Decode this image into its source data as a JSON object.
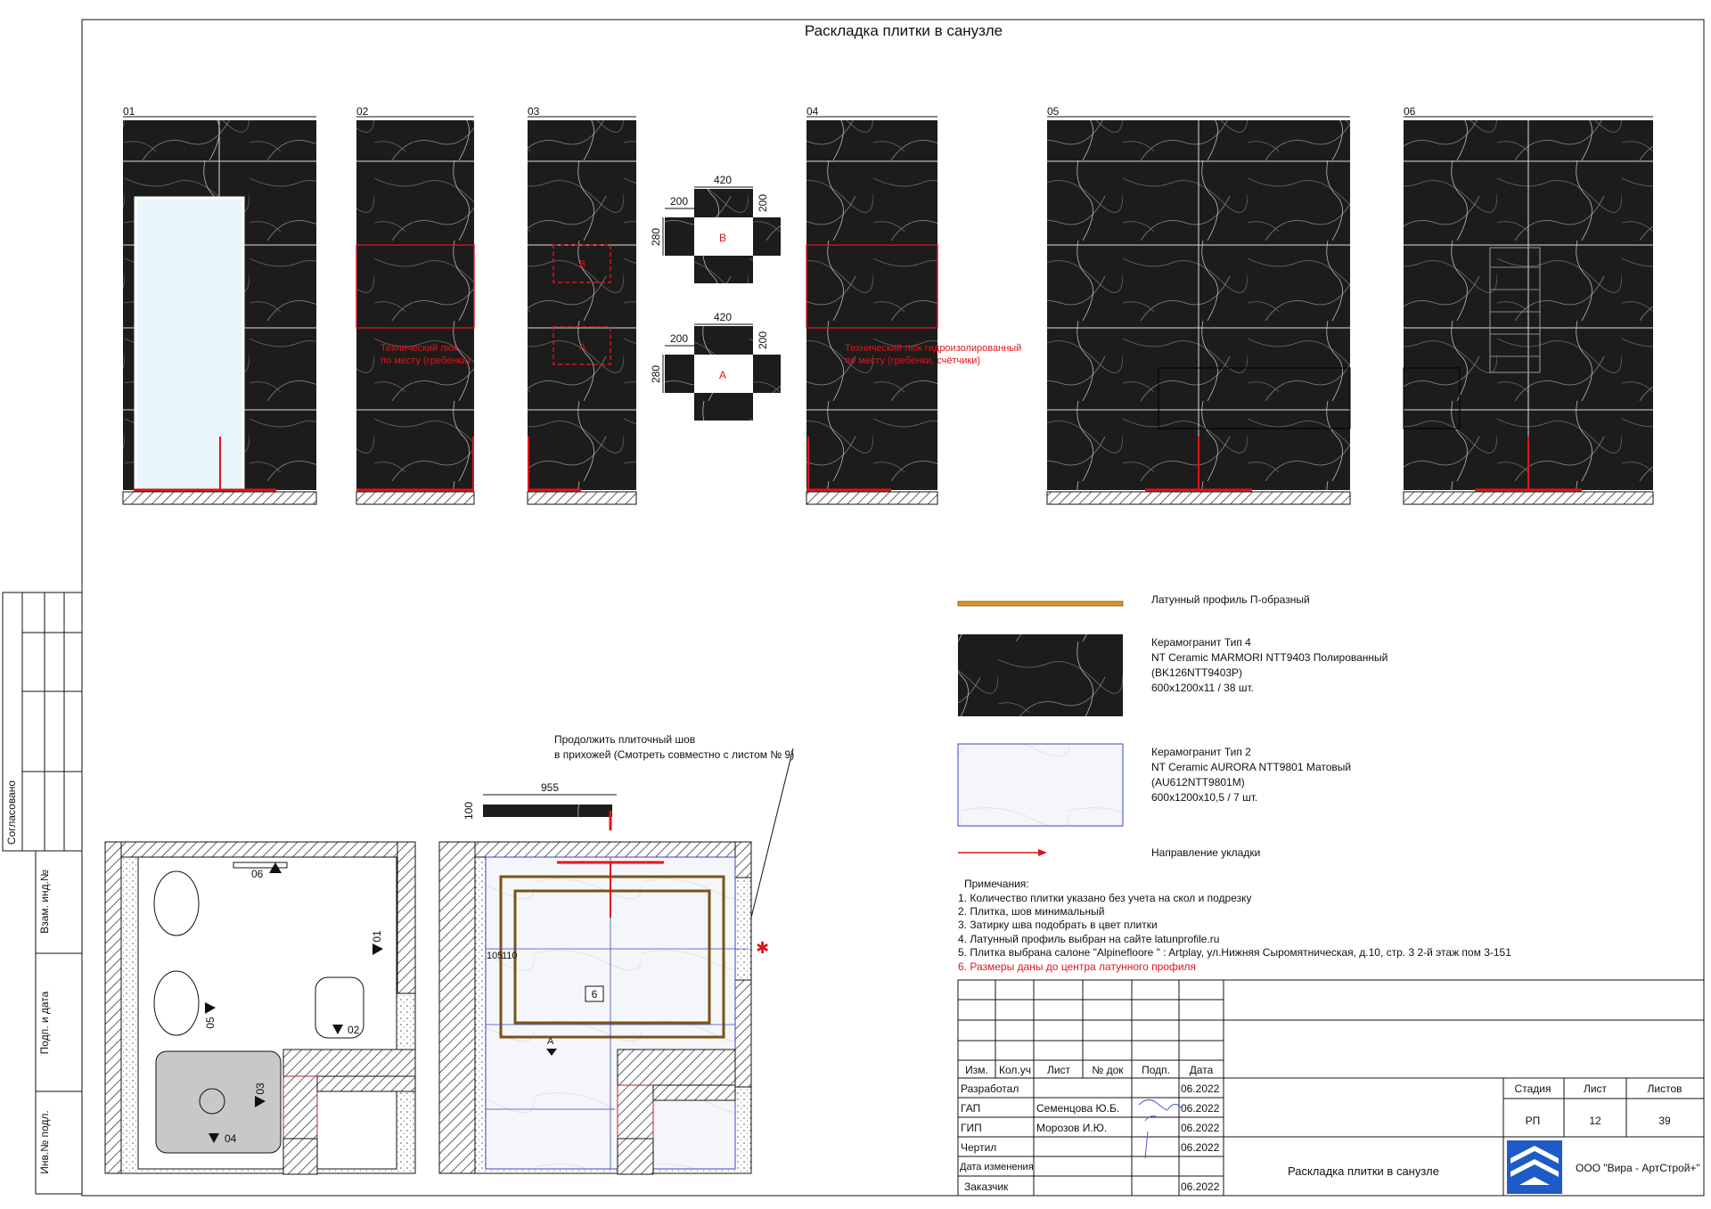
{
  "sheet_title": "Раскладка плитки в санузле",
  "walls": [
    {
      "id": "01"
    },
    {
      "id": "02"
    },
    {
      "id": "03"
    },
    {
      "id": "04"
    },
    {
      "id": "05"
    },
    {
      "id": "06"
    }
  ],
  "wall_notes": {
    "w02_line1": "Технический люк",
    "w02_line2": "по месту (гребенки)",
    "w04_line1": "Технический люк гидроизолированный",
    "w04_line2": "по месту (гребенки, счётчики)"
  },
  "hatch_details": [
    {
      "letter": "B",
      "width": "420",
      "side": "200",
      "height": "280",
      "depth": "200"
    },
    {
      "letter": "A",
      "width": "420",
      "side": "200",
      "height": "280",
      "depth": "200"
    }
  ],
  "legend": [
    {
      "label": "Латунный профиль П-образный",
      "color": "#d9952e"
    },
    {
      "lines": [
        "Керамогранит Тип 4",
        "NT Ceramic MARMORI NTT9403 Полированный",
        "(BK126NTT9403P)",
        "600х1200х11 / 38 шт."
      ]
    },
    {
      "lines": [
        "Керамогранит Тип 2",
        "NT Ceramic AURORA NTT9801 Матовый",
        "(AU612NTT9801M)",
        "600х1200х10,5 / 7 шт."
      ]
    },
    {
      "label": "Направление укладки",
      "color": "#e0141b"
    }
  ],
  "notes": {
    "title": "Примечания:",
    "items": [
      "1. Количество плитки указано без учета на скол и подрезку",
      "2. Плитка, шов минимальный",
      "3. Затирку шва подобрать в цвет плитки",
      "4. Латунный профиль выбран на сайте latunprofile.ru",
      "5. Плитка выбрана салоне \"Alpinefloore \" : Artplay, ул.Нижняя Сыромятническая, д.10, стр. 3 2-й этаж пом 3-151"
    ],
    "red_item": "6. Размеры даны до центра латунного профиля"
  },
  "plan": {
    "view_labels": [
      "06",
      "01",
      "05",
      "02",
      "03",
      "04"
    ],
    "callout_line1": "Продолжить плиточный шов",
    "callout_line2": "в прихожей (Смотреть совместно с листом № 9)",
    "dim_width": "955",
    "dim_height": "100",
    "dim_side": "105",
    "dim_side2": "110",
    "zone_label": "6",
    "hatch_label": "A"
  },
  "side_stamp": {
    "agreed": "Согласовано",
    "vzam": "Взам. инд.№",
    "podp": "Подп. и дата",
    "inv": "Инв.№ подл."
  },
  "title_block": {
    "headers": [
      "Изм.",
      "Кол.уч",
      "Лист",
      "№ док",
      "Подп.",
      "Дата"
    ],
    "rows": [
      {
        "role": "Разработал",
        "name": "",
        "date": "06.2022"
      },
      {
        "role": "ГАП",
        "name": "Семенцова Ю.Б.",
        "date": "06.2022"
      },
      {
        "role": "ГИП",
        "name": "Морозов И.Ю.",
        "date": "06.2022"
      },
      {
        "role": "Чертил",
        "name": "",
        "date": "06.2022"
      },
      {
        "role": "Дата изменения",
        "name": "",
        "date": ""
      },
      {
        "role": "Заказчик",
        "name": "",
        "date": "06.2022"
      }
    ],
    "stage_label": "Стадия",
    "sheet_label": "Лист",
    "sheets_label": "Листов",
    "stage": "РП",
    "sheet": "12",
    "sheets": "39",
    "drawing_name": "Раскладка плитки в санузле",
    "company": "ООО \"Вира - АртСтрой+\""
  }
}
